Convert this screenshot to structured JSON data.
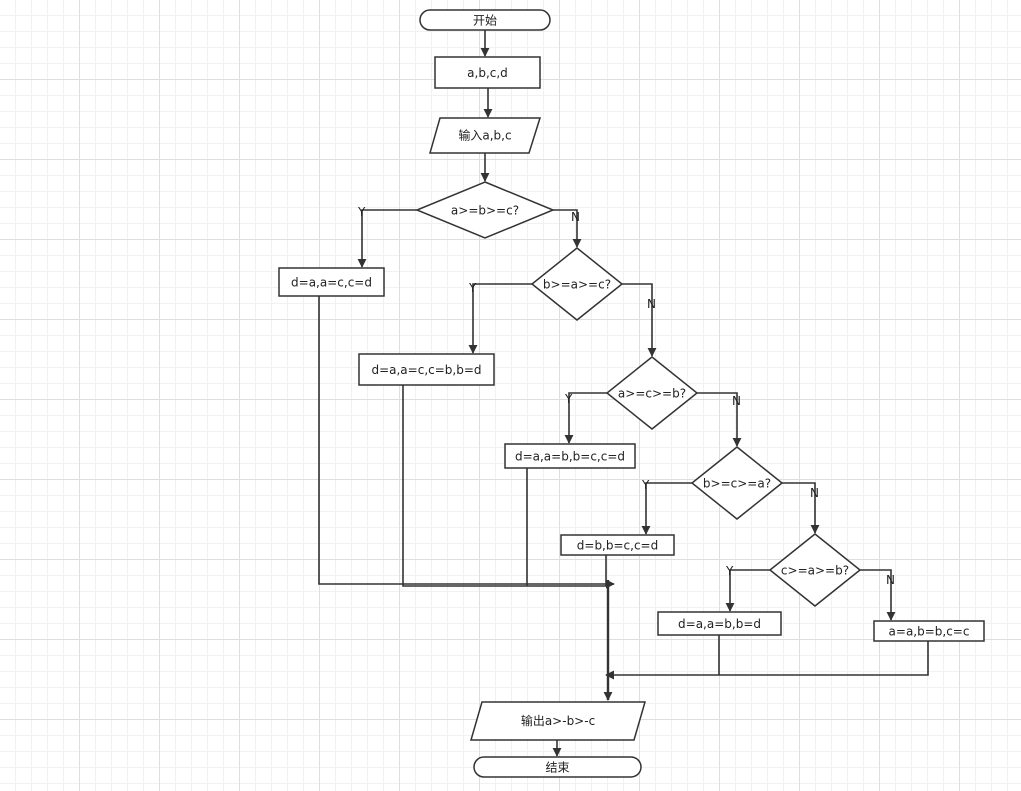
{
  "nodes": {
    "start": "开始",
    "declare": "a,b,c,d",
    "input": "输入a,b,c",
    "cond1": "a>=b>=c?",
    "cond2": "b>=a>=c?",
    "cond3": "a>=c>=b?",
    "cond4": "b>=c>=a?",
    "cond5": "c>=a>=b?",
    "proc1": "d=a,a=c,c=d",
    "proc2": "d=a,a=c,c=b,b=d",
    "proc3": "d=a,a=b,b=c,c=d",
    "proc4": "d=b,b=c,c=d",
    "proc5": "d=a,a=b,b=d",
    "proc6": "a=a,b=b,c=c",
    "output": "输出a>-b>-c",
    "end": "结束"
  },
  "labels": {
    "yes": "Y",
    "no": "N"
  },
  "colors": {
    "stroke": "#333333",
    "fill": "#ffffff",
    "grid": "#dedede"
  }
}
